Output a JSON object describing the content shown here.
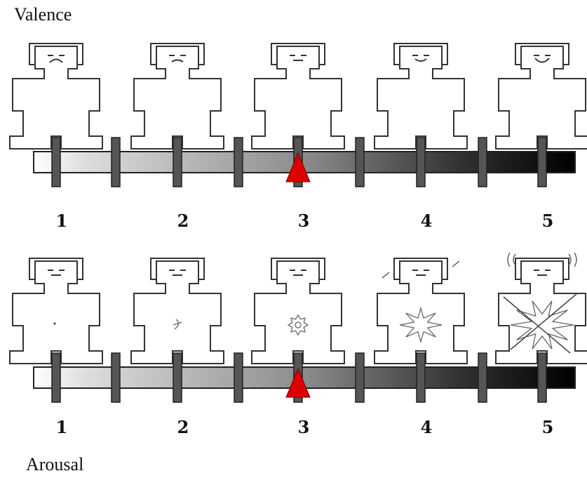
{
  "scales": [
    {
      "title": "Valence",
      "labels": [
        "1",
        "2",
        "3",
        "4",
        "5"
      ],
      "selected": "3",
      "faces": [
        "very-sad",
        "sad",
        "neutral",
        "happy",
        "very-happy"
      ]
    },
    {
      "title": "Arousal",
      "labels": [
        "1",
        "2",
        "3",
        "4",
        "5"
      ],
      "selected": "3",
      "faces": [
        "calm",
        "slight",
        "moderate",
        "excited",
        "very-excited"
      ]
    }
  ],
  "colors": {
    "marker": "#dd0000",
    "tick": "#555555",
    "outline": "#333333"
  }
}
